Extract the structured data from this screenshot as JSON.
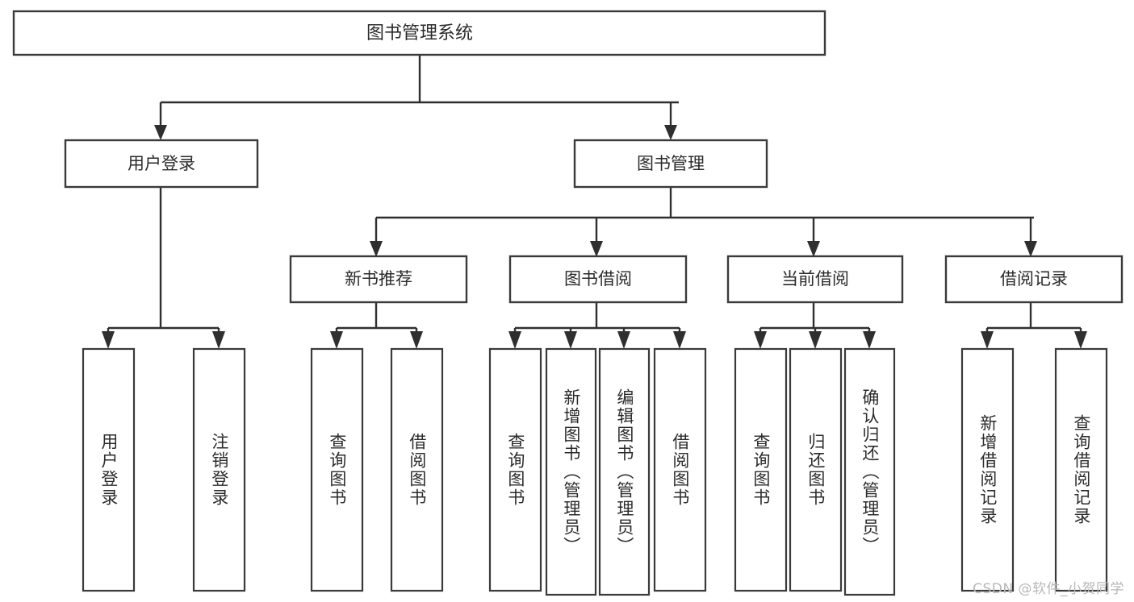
{
  "diagram": {
    "type": "tree",
    "title": "图书管理系统",
    "watermark": "CSDN @软件_小贺同学",
    "root": {
      "id": "root",
      "label": "图书管理系统"
    },
    "level1": [
      {
        "id": "user-login",
        "label": "用户登录"
      },
      {
        "id": "book-manage",
        "label": "图书管理"
      }
    ],
    "level2": [
      {
        "id": "new-book-recommend",
        "label": "新书推荐",
        "parent": "book-manage"
      },
      {
        "id": "book-borrow",
        "label": "图书借阅",
        "parent": "book-manage"
      },
      {
        "id": "current-borrow",
        "label": "当前借阅",
        "parent": "book-manage"
      },
      {
        "id": "borrow-record",
        "label": "借阅记录",
        "parent": "book-manage"
      }
    ],
    "leaves": [
      {
        "id": "leaf-user-login",
        "label": "用户登录",
        "parent": "user-login"
      },
      {
        "id": "leaf-logout-login",
        "label": "注销登录",
        "parent": "user-login"
      },
      {
        "id": "leaf-query-book-1",
        "label": "查询图书",
        "parent": "new-book-recommend"
      },
      {
        "id": "leaf-borrow-book-1",
        "label": "借阅图书",
        "parent": "new-book-recommend"
      },
      {
        "id": "leaf-query-book-2",
        "label": "查询图书",
        "parent": "book-borrow"
      },
      {
        "id": "leaf-add-book",
        "label": "新增图书（管理员）",
        "parent": "book-borrow"
      },
      {
        "id": "leaf-edit-book",
        "label": "编辑图书（管理员）",
        "parent": "book-borrow"
      },
      {
        "id": "leaf-borrow-book-2",
        "label": "借阅图书",
        "parent": "book-borrow"
      },
      {
        "id": "leaf-query-book-3",
        "label": "查询图书",
        "parent": "current-borrow"
      },
      {
        "id": "leaf-return-book",
        "label": "归还图书",
        "parent": "current-borrow"
      },
      {
        "id": "leaf-confirm-return",
        "label": "确认归还（管理员）",
        "parent": "current-borrow"
      },
      {
        "id": "leaf-add-record",
        "label": "新增借阅记录",
        "parent": "borrow-record"
      },
      {
        "id": "leaf-query-record",
        "label": "查询借阅记录",
        "parent": "borrow-record"
      }
    ],
    "colors": {
      "box_stroke": "#3a3a3a",
      "connector": "#2f2f2f",
      "text": "#2b2b2b",
      "background": "#ffffff",
      "watermark": "#b8b8b8"
    }
  }
}
